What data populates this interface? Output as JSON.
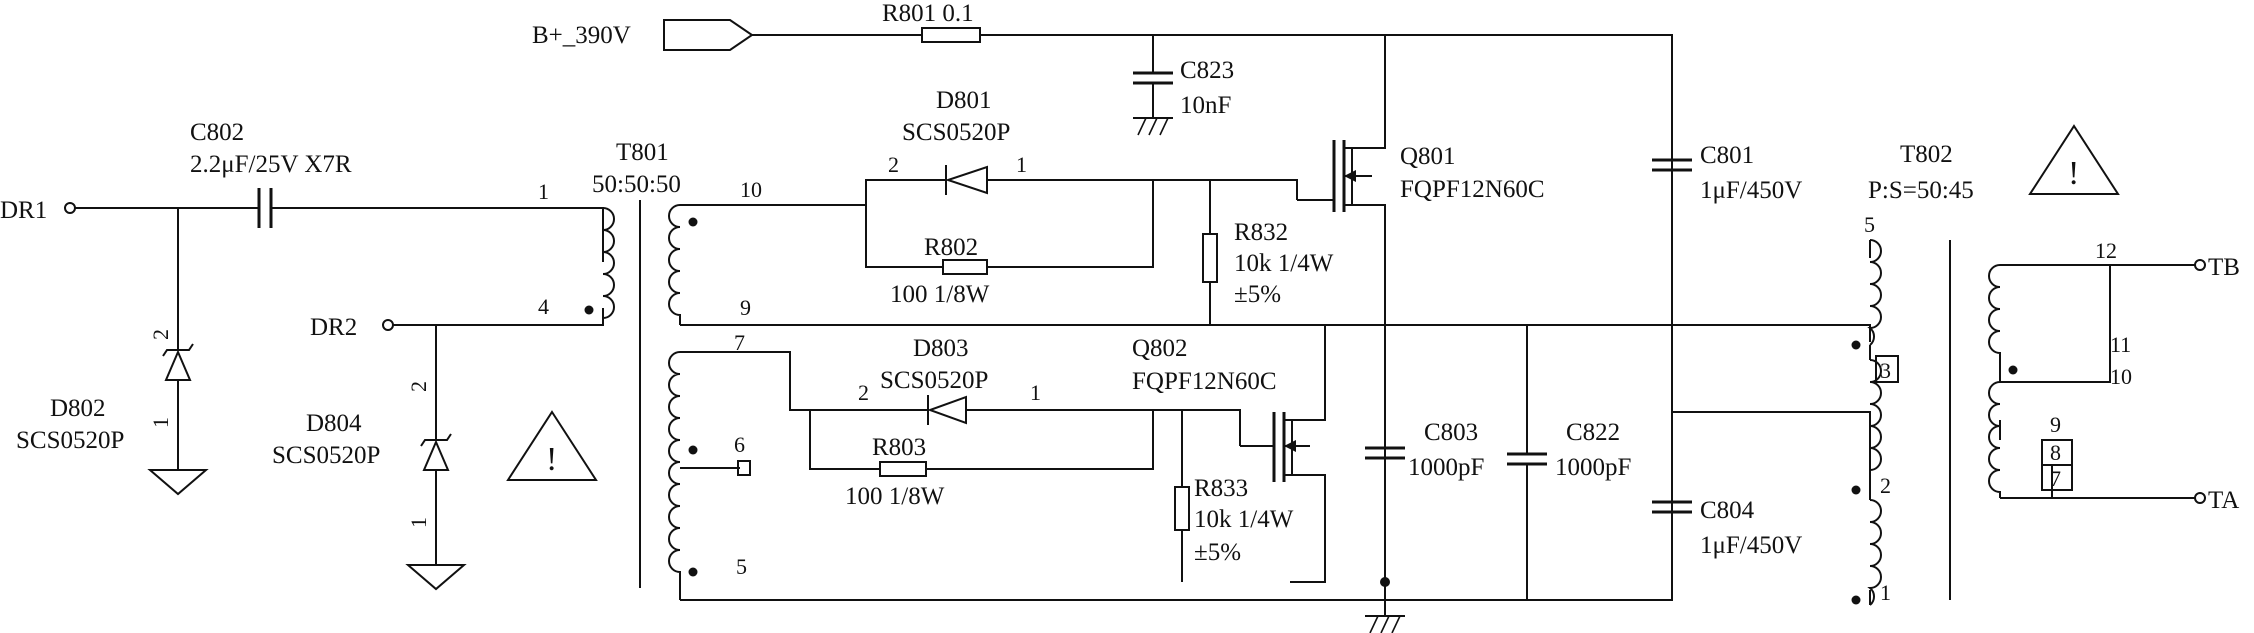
{
  "schematic": {
    "supply": {
      "label": "B+_390V"
    },
    "terminals": {
      "dr1": "DR1",
      "dr2": "DR2",
      "tb": "TB",
      "ta": "TA"
    },
    "resistors": {
      "r801": {
        "label": "R801 0.1"
      },
      "r802": {
        "ref": "R802",
        "value": "100 1/8W"
      },
      "r803": {
        "ref": "R803",
        "value": "100 1/8W"
      },
      "r832": {
        "ref": "R832",
        "value": "10k 1/4W",
        "tol": "±5%"
      },
      "r833": {
        "ref": "R833",
        "value": "10k 1/4W",
        "tol": "±5%"
      }
    },
    "capacitors": {
      "c802": {
        "ref": "C802",
        "value": "2.2μF/25V X7R"
      },
      "c823": {
        "ref": "C823",
        "value": "10nF"
      },
      "c801": {
        "ref": "C801",
        "value": "1μF/450V"
      },
      "c803": {
        "ref": "C803",
        "value": "1000pF"
      },
      "c822": {
        "ref": "C822",
        "value": "1000pF"
      },
      "c804": {
        "ref": "C804",
        "value": "1μF/450V"
      }
    },
    "diodes": {
      "d801": {
        "ref": "D801",
        "part": "SCS0520P",
        "p1": "1",
        "p2": "2"
      },
      "d803": {
        "ref": "D803",
        "part": "SCS0520P",
        "p1": "1",
        "p2": "2"
      },
      "d802": {
        "ref": "D802",
        "part": "SCS0520P",
        "p1": "1",
        "p2": "2"
      },
      "d804": {
        "ref": "D804",
        "part": "SCS0520P",
        "p1": "1",
        "p2": "2"
      }
    },
    "transistors": {
      "q801": {
        "ref": "Q801",
        "part": "FQPF12N60C"
      },
      "q802": {
        "ref": "Q802",
        "part": "FQPF12N60C"
      }
    },
    "t801": {
      "ref": "T801",
      "ratio": "50:50:50",
      "pins": {
        "p1": "1",
        "p4": "4",
        "p10": "10",
        "p9": "9",
        "p7": "7",
        "p6": "6",
        "p5": "5"
      }
    },
    "t802": {
      "ref": "T802",
      "ratio": "P:S=50:45",
      "pins": {
        "p5": "5",
        "p3": "3",
        "p2": "2",
        "p1": "1",
        "p12": "12",
        "p11": "11",
        "p10": "10",
        "p9": "9",
        "p8": "8",
        "p7": "7"
      }
    },
    "warning": "!"
  }
}
